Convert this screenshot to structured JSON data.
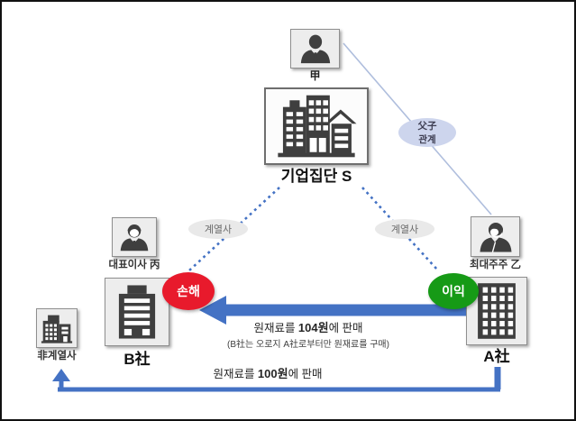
{
  "canvas": {
    "background": "#ffffff",
    "border": "#111111"
  },
  "colors": {
    "arrow_blue": "#4472c4",
    "dotted_blue": "#4472c4",
    "diagonal_line": "#afbedd",
    "loss_red": "#e81a2c",
    "profit_green": "#169a16",
    "relation_fill": "#cdd5ed",
    "affiliate_fill": "#e9e9e9",
    "icon_gray": "#3f3f3f"
  },
  "nodes": {
    "person_gap": {
      "label": "甲"
    },
    "group": {
      "label": "기업집단 S"
    },
    "ceo": {
      "label": "대표이사 丙"
    },
    "shareholder": {
      "label": "최대주주 乙"
    },
    "company_b": {
      "label": "B社"
    },
    "company_a": {
      "label": "A社"
    },
    "non_affiliate": {
      "label": "非계열사"
    }
  },
  "connectors": {
    "relation": {
      "line1": "父子",
      "line2": "관계"
    },
    "affiliate_left": {
      "label": "계열사"
    },
    "affiliate_right": {
      "label": "계열사"
    }
  },
  "badges": {
    "loss": {
      "label": "손해"
    },
    "profit": {
      "label": "이익"
    }
  },
  "transactions": {
    "sale_104": {
      "prefix": "원재료를 ",
      "amount": "104원",
      "suffix": "에 판매",
      "note": "(B社는 오로지 A社로부터만 원재료를 구매)"
    },
    "sale_100": {
      "prefix": "원재료를 ",
      "amount": "100원",
      "suffix": "에 판매"
    }
  }
}
